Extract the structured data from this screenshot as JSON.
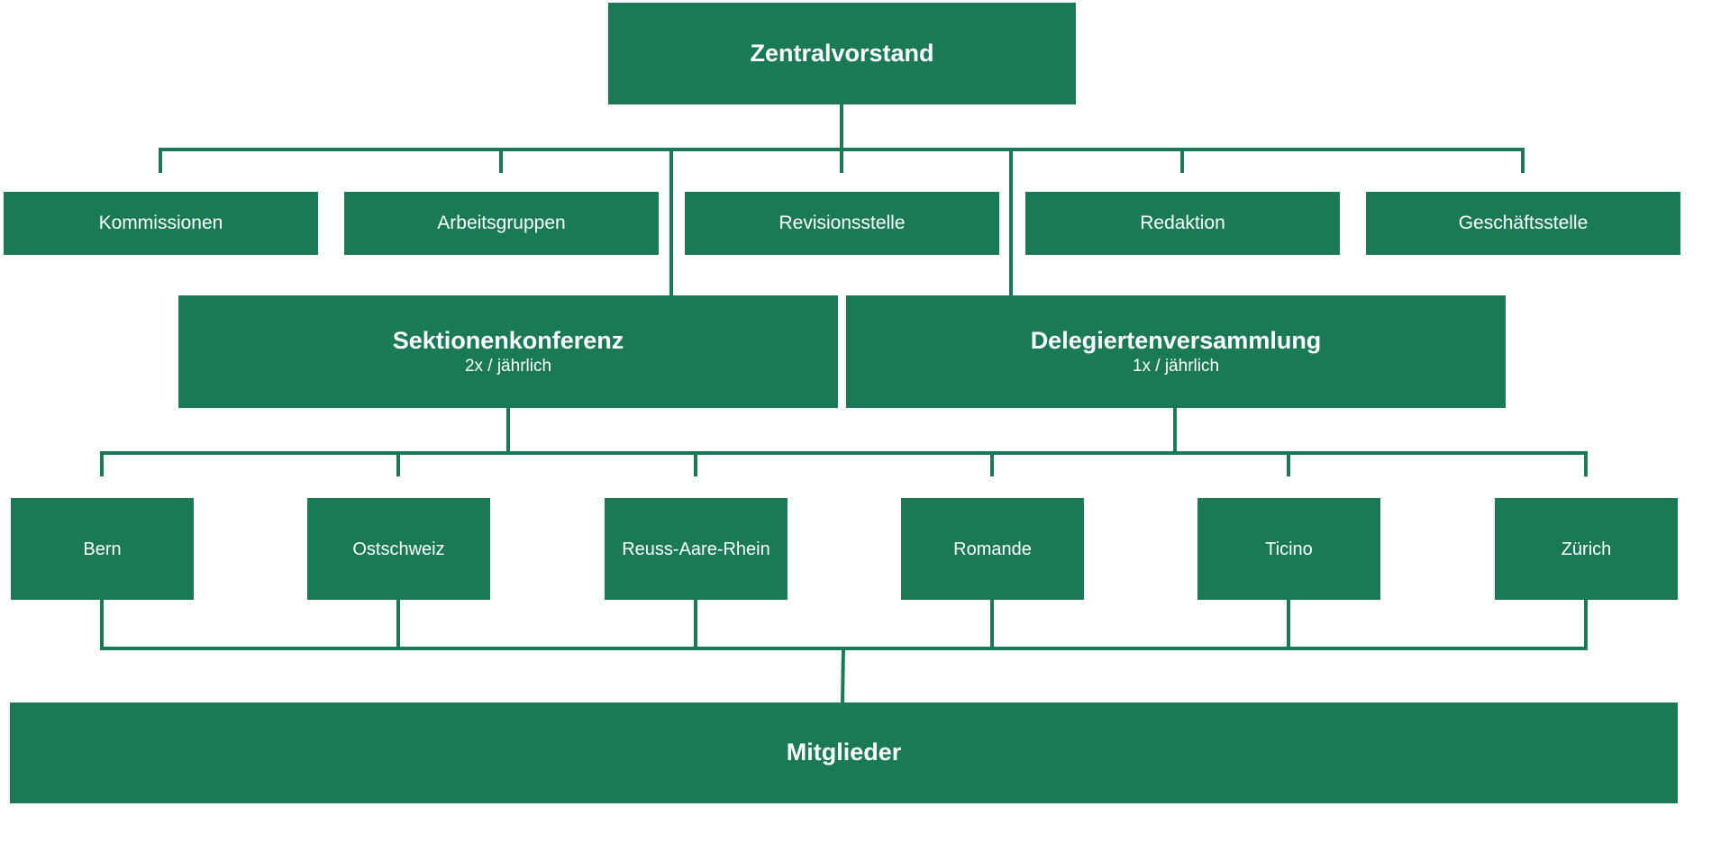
{
  "colors": {
    "box": "#1a7a55",
    "line": "#1a7a55",
    "text": "#ffffff",
    "background": "#ffffff"
  },
  "top": {
    "title": "Zentralvorstand"
  },
  "departments": [
    {
      "label": "Kommissionen"
    },
    {
      "label": "Arbeitsgruppen"
    },
    {
      "label": "Revisionsstelle"
    },
    {
      "label": "Redaktion"
    },
    {
      "label": "Geschäftsstelle"
    }
  ],
  "assemblies": [
    {
      "title": "Sektionenkonferenz",
      "frequency": "2x / jährlich"
    },
    {
      "title": "Delegiertenversammlung",
      "frequency": "1x / jährlich"
    }
  ],
  "sections": [
    {
      "label": "Bern"
    },
    {
      "label": "Ostschweiz"
    },
    {
      "label": "Reuss-Aare-Rhein"
    },
    {
      "label": "Romande"
    },
    {
      "label": "Ticino"
    },
    {
      "label": "Zürich"
    }
  ],
  "bottom": {
    "title": "Mitglieder"
  }
}
